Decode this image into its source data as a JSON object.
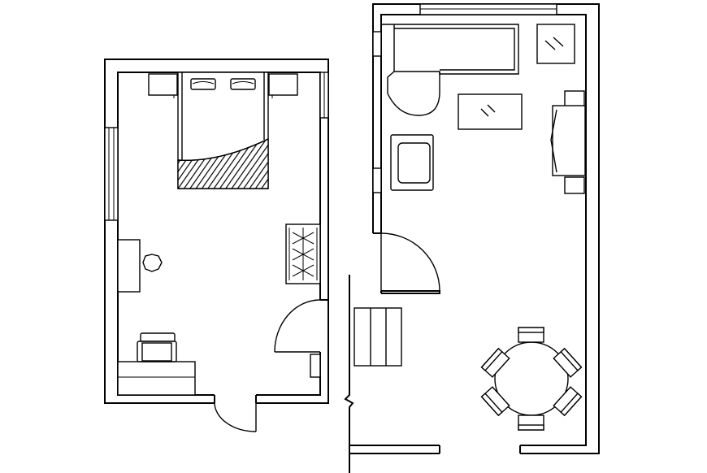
{
  "drawing": {
    "kind": "architectural floor plan",
    "style": "black line art on white",
    "rooms": [
      {
        "id": "bedroom",
        "furniture": [
          "double-bed",
          "pillow",
          "pillow",
          "nightstand",
          "nightstand",
          "wardrobe",
          "desk",
          "chair",
          "side-table",
          "round-stool"
        ],
        "openings": [
          "entry-door",
          "inner-door",
          "window-left",
          "window-right"
        ]
      },
      {
        "id": "living-kitchen",
        "furniture": [
          "l-shaped-counter",
          "sink",
          "stove-unit",
          "armchair",
          "tv-cabinet",
          "coffee-table",
          "round-dining-table",
          "dining-chair",
          "dining-chair",
          "dining-chair",
          "dining-chair",
          "dining-chair",
          "dining-chair"
        ],
        "openings": [
          "entry-door",
          "top-window",
          "left-window"
        ]
      },
      {
        "id": "stairwell",
        "furniture": [
          "staircase"
        ],
        "openings": [
          "break-line"
        ]
      }
    ],
    "colors": {
      "line": "#000000",
      "background": "#ffffff"
    }
  }
}
